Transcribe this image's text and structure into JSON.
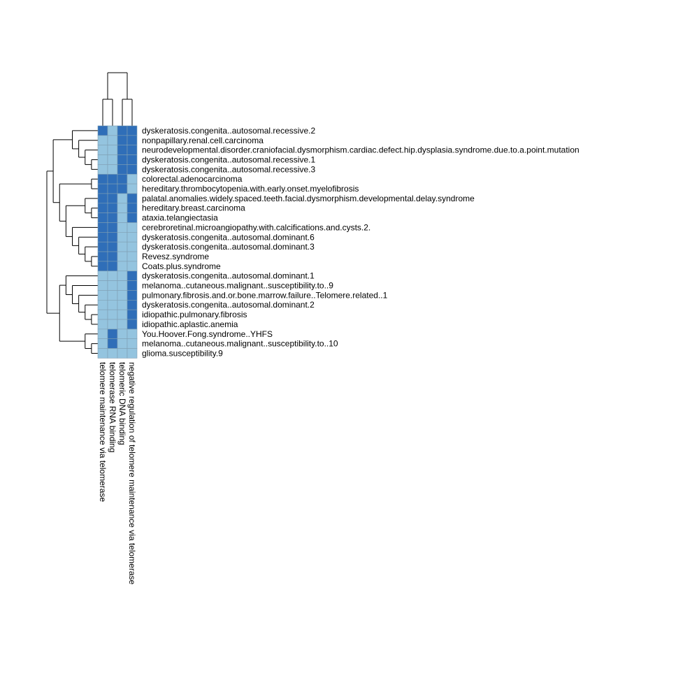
{
  "chart_data": {
    "type": "heatmap",
    "title": "",
    "xlabel": "",
    "ylabel": "",
    "legend": "none",
    "colors": {
      "on": "#2f6eb8",
      "off": "#94c4df",
      "grid": "#7f9fb3",
      "dendrogram": "#000000"
    },
    "columns": [
      "telomere maintenance via telomerase",
      "telomerase RNA binding",
      "telomeric DNA binding",
      "negative regulation of telomere maintenance via telomerase"
    ],
    "rows": [
      "dyskeratosis.congenita..autosomal.recessive.2",
      "nonpapillary.renal.cell.carcinoma",
      "neurodevelopmental.disorder.craniofacial.dysmorphism.cardiac.defect.hip.dysplasia.syndrome.due.to.a.point.mutation",
      "dyskeratosis.congenita..autosomal.recessive.1",
      "dyskeratosis.congenita..autosomal.recessive.3",
      "colorectal.adenocarcinoma",
      "hereditary.thrombocytopenia.with.early.onset.myelofibrosis",
      "palatal.anomalies.widely.spaced.teeth.facial.dysmorphism.developmental.delay.syndrome",
      "hereditary.breast.carcinoma",
      "ataxia.telangiectasia",
      "cerebroretinal.microangiopathy.with.calcifications.and.cysts.2.",
      "dyskeratosis.congenita..autosomal.dominant.6",
      "dyskeratosis.congenita..autosomal.dominant.3",
      "Revesz.syndrome",
      "Coats.plus.syndrome",
      "dyskeratosis.congenita..autosomal.dominant.1",
      "melanoma..cutaneous.malignant..susceptibility.to..9",
      "pulmonary.fibrosis.and.or.bone.marrow.failure..Telomere.related..1",
      "dyskeratosis.congenita..autosomal.dominant.2",
      "idiopathic.pulmonary.fibrosis",
      "idiopathic.aplastic.anemia",
      "You.Hoover.Fong.syndrome..YHFS",
      "melanoma..cutaneous.malignant..susceptibility.to..10",
      "glioma.susceptibility.9"
    ],
    "values": [
      [
        1,
        0,
        1,
        1
      ],
      [
        0,
        0,
        1,
        1
      ],
      [
        0,
        0,
        1,
        1
      ],
      [
        0,
        0,
        1,
        1
      ],
      [
        0,
        0,
        1,
        1
      ],
      [
        1,
        1,
        1,
        0
      ],
      [
        1,
        1,
        1,
        0
      ],
      [
        1,
        1,
        0,
        1
      ],
      [
        1,
        1,
        0,
        1
      ],
      [
        1,
        1,
        0,
        1
      ],
      [
        1,
        1,
        0,
        0
      ],
      [
        1,
        1,
        0,
        0
      ],
      [
        1,
        1,
        0,
        0
      ],
      [
        1,
        1,
        0,
        0
      ],
      [
        1,
        1,
        0,
        0
      ],
      [
        0,
        0,
        0,
        1
      ],
      [
        0,
        0,
        0,
        1
      ],
      [
        0,
        0,
        0,
        1
      ],
      [
        0,
        0,
        0,
        1
      ],
      [
        0,
        0,
        0,
        1
      ],
      [
        0,
        0,
        0,
        1
      ],
      [
        0,
        1,
        0,
        0
      ],
      [
        0,
        1,
        0,
        0
      ],
      [
        0,
        0,
        0,
        0
      ]
    ],
    "row_dendrogram": {
      "children": [
        {
          "children": [
            {
              "children": [
                {
                  "leaf": 0
                },
                {
                  "children": [
                    {
                      "leaf": 1
                    },
                    {
                      "children": [
                        {
                          "leaf": 2
                        },
                        {
                          "children": [
                            {
                              "leaf": 3
                            },
                            {
                              "leaf": 4
                            }
                          ]
                        }
                      ]
                    }
                  ]
                }
              ]
            },
            {
              "children": [
                {
                  "children": [
                    {
                      "leaf": 5
                    },
                    {
                      "leaf": 6
                    }
                  ]
                },
                {
                  "children": [
                    {
                      "children": [
                        {
                          "leaf": 7
                        },
                        {
                          "children": [
                            {
                              "leaf": 8
                            },
                            {
                              "leaf": 9
                            }
                          ]
                        }
                      ]
                    },
                    {
                      "children": [
                        {
                          "leaf": 10
                        },
                        {
                          "children": [
                            {
                              "leaf": 11
                            },
                            {
                              "children": [
                                {
                                  "leaf": 12
                                },
                                {
                                  "children": [
                                    {
                                      "leaf": 13
                                    },
                                    {
                                      "leaf": 14
                                    }
                                  ]
                                }
                              ]
                            }
                          ]
                        }
                      ]
                    }
                  ]
                }
              ]
            }
          ]
        },
        {
          "children": [
            {
              "children": [
                {
                  "leaf": 15
                },
                {
                  "children": [
                    {
                      "leaf": 16
                    },
                    {
                      "children": [
                        {
                          "leaf": 17
                        },
                        {
                          "children": [
                            {
                              "leaf": 18
                            },
                            {
                              "children": [
                                {
                                  "leaf": 19
                                },
                                {
                                  "leaf": 20
                                }
                              ]
                            }
                          ]
                        }
                      ]
                    }
                  ]
                }
              ]
            },
            {
              "children": [
                {
                  "leaf": 21
                },
                {
                  "children": [
                    {
                      "leaf": 22
                    },
                    {
                      "leaf": 23
                    }
                  ]
                }
              ]
            }
          ]
        }
      ]
    },
    "col_dendrogram": {
      "children": [
        {
          "children": [
            {
              "leaf": 0
            },
            {
              "leaf": 1
            }
          ]
        },
        {
          "children": [
            {
              "leaf": 2
            },
            {
              "leaf": 3
            }
          ]
        }
      ]
    }
  }
}
